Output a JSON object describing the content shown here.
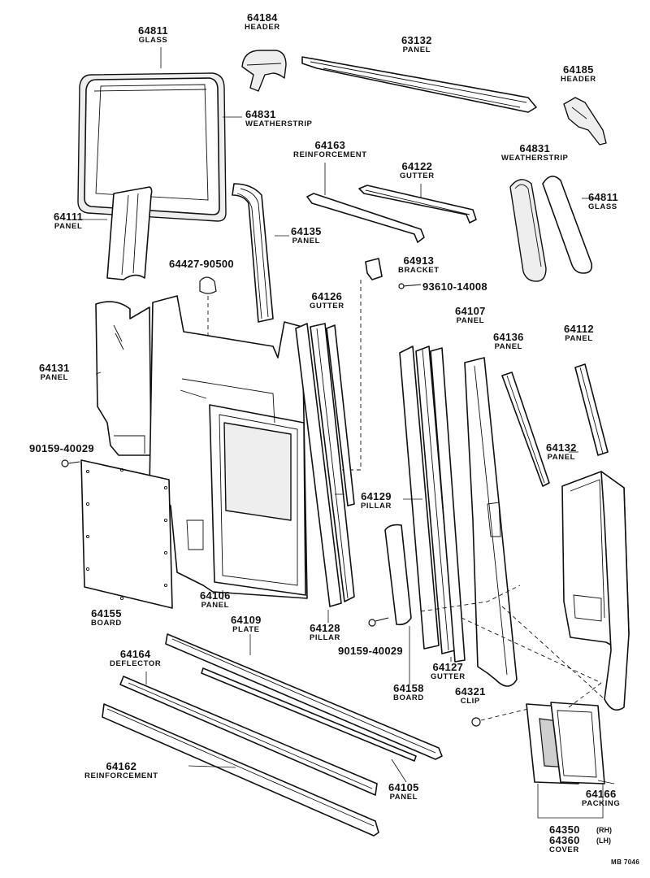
{
  "parts": {
    "p64811a": {
      "num": "64811",
      "name": "GLASS"
    },
    "p64184": {
      "num": "64184",
      "name": "HEADER"
    },
    "p63132": {
      "num": "63132",
      "name": "PANEL"
    },
    "p64185": {
      "num": "64185",
      "name": "HEADER"
    },
    "p64831a": {
      "num": "64831",
      "name": "WEATHERSTRIP"
    },
    "p64163": {
      "num": "64163",
      "name": "REINFORCEMENT"
    },
    "p64122": {
      "num": "64122",
      "name": "GUTTER"
    },
    "p64831b": {
      "num": "64831",
      "name": "WEATHERSTRIP"
    },
    "p64811b": {
      "num": "64811",
      "name": "GLASS"
    },
    "p64111": {
      "num": "64111",
      "name": "PANEL"
    },
    "p64135": {
      "num": "64135",
      "name": "PANEL"
    },
    "p64427": {
      "num": "64427-90500",
      "name": ""
    },
    "p64913": {
      "num": "64913",
      "name": "BRACKET"
    },
    "p93610": {
      "num": "93610-14008",
      "name": ""
    },
    "p64126": {
      "num": "64126",
      "name": "GUTTER"
    },
    "p64107": {
      "num": "64107",
      "name": "PANEL"
    },
    "p64136": {
      "num": "64136",
      "name": "PANEL"
    },
    "p64112": {
      "num": "64112",
      "name": "PANEL"
    },
    "p64131": {
      "num": "64131",
      "name": "PANEL"
    },
    "p90159a": {
      "num": "90159-40029",
      "name": ""
    },
    "p64132": {
      "num": "64132",
      "name": "PANEL"
    },
    "p64129": {
      "num": "64129",
      "name": "PILLAR"
    },
    "p64155": {
      "num": "64155",
      "name": "BOARD"
    },
    "p64106": {
      "num": "64106",
      "name": "PANEL"
    },
    "p64109": {
      "num": "64109",
      "name": "PLATE"
    },
    "p64128": {
      "num": "64128",
      "name": "PILLAR"
    },
    "p90159b": {
      "num": "90159-40029",
      "name": ""
    },
    "p64158": {
      "num": "64158",
      "name": "BOARD"
    },
    "p64127": {
      "num": "64127",
      "name": "GUTTER"
    },
    "p64321": {
      "num": "64321",
      "name": "CLIP"
    },
    "p64164": {
      "num": "64164",
      "name": "DEFLECTOR"
    },
    "p64105": {
      "num": "64105",
      "name": "PANEL"
    },
    "p64162": {
      "num": "64162",
      "name": "REINFORCEMENT"
    },
    "p64166": {
      "num": "64166",
      "name": "PACKING"
    },
    "p64350": {
      "num": "64350",
      "name": "",
      "side": "(RH)"
    },
    "p64360": {
      "num": "64360",
      "name": "COVER",
      "side": "(LH)"
    }
  },
  "ref_code": "MB 7046"
}
